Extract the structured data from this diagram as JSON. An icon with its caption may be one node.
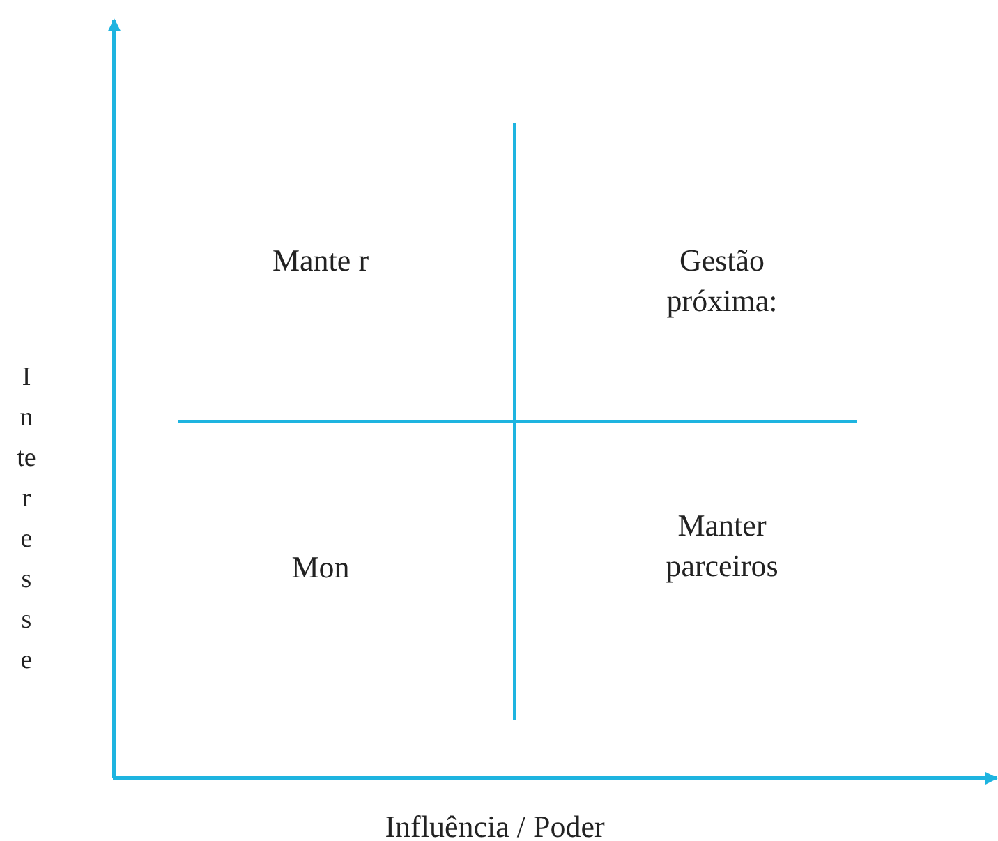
{
  "diagram": {
    "labels": [
      "Mante r",
      "Gestão próxima:",
      "Interesse",
      "Mon",
      "Manter parceiros",
      "Influência / Poder"
    ]
  }
}
